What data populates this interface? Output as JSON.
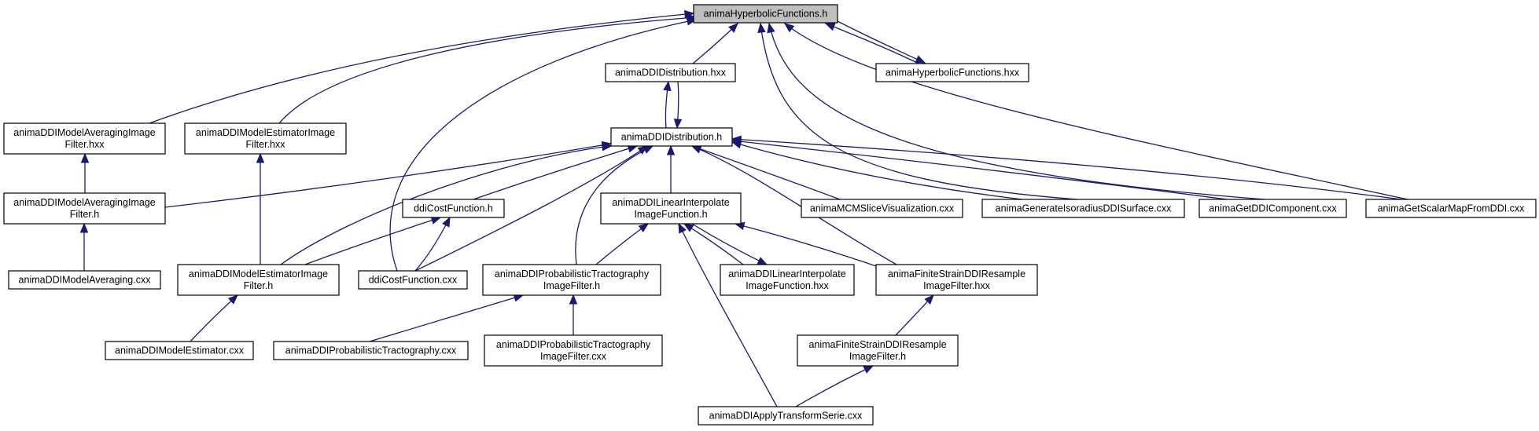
{
  "diagram": {
    "colors": {
      "edge": "#191970",
      "node_border": "#000000",
      "node_fill": "#ffffff",
      "root_fill": "#bfbfbf"
    },
    "nodes": [
      {
        "id": "hf_h",
        "lines": [
          "animaHyperbolicFunctions.h"
        ],
        "root": true
      },
      {
        "id": "ddid_hxx",
        "lines": [
          "animaDDIDistribution.hxx"
        ]
      },
      {
        "id": "hf_hxx",
        "lines": [
          "animaHyperbolicFunctions.hxx"
        ]
      },
      {
        "id": "mavg_hxx",
        "lines": [
          "animaDDIModelAveragingImage",
          "Filter.hxx"
        ]
      },
      {
        "id": "mest_hxx",
        "lines": [
          "animaDDIModelEstimatorImage",
          "Filter.hxx"
        ]
      },
      {
        "id": "ddid_h",
        "lines": [
          "animaDDIDistribution.h"
        ]
      },
      {
        "id": "mavg_h",
        "lines": [
          "animaDDIModelAveragingImage",
          "Filter.h"
        ]
      },
      {
        "id": "ddicf_h",
        "lines": [
          "ddiCostFunction.h"
        ]
      },
      {
        "id": "lin_h",
        "lines": [
          "animaDDILinearInterpolate",
          "ImageFunction.h"
        ]
      },
      {
        "id": "mcms",
        "lines": [
          "animaMCMSliceVisualization.cxx"
        ]
      },
      {
        "id": "geniso",
        "lines": [
          "animaGenerateIsoradiusDDISurface.cxx"
        ]
      },
      {
        "id": "getcomp",
        "lines": [
          "animaGetDDIComponent.cxx"
        ]
      },
      {
        "id": "getscal",
        "lines": [
          "animaGetScalarMapFromDDI.cxx"
        ]
      },
      {
        "id": "mavg_cxx",
        "lines": [
          "animaDDIModelAveraging.cxx"
        ]
      },
      {
        "id": "mest_h",
        "lines": [
          "animaDDIModelEstimatorImage",
          "Filter.h"
        ]
      },
      {
        "id": "ddicf_cxx",
        "lines": [
          "ddiCostFunction.cxx"
        ]
      },
      {
        "id": "prob_h",
        "lines": [
          "animaDDIProbabilisticTractography",
          "ImageFilter.h"
        ]
      },
      {
        "id": "lin_hxx",
        "lines": [
          "animaDDILinearInterpolate",
          "ImageFunction.hxx"
        ]
      },
      {
        "id": "fs_hxx",
        "lines": [
          "animaFiniteStrainDDIResample",
          "ImageFilter.hxx"
        ]
      },
      {
        "id": "mest_cxx",
        "lines": [
          "animaDDIModelEstimator.cxx"
        ]
      },
      {
        "id": "prob_cxx",
        "lines": [
          "animaDDIProbabilisticTractography.cxx"
        ]
      },
      {
        "id": "probf_cxx",
        "lines": [
          "animaDDIProbabilisticTractography",
          "ImageFilter.cxx"
        ]
      },
      {
        "id": "fs_h",
        "lines": [
          "animaFiniteStrainDDIResample",
          "ImageFilter.h"
        ]
      },
      {
        "id": "apply_cxx",
        "lines": [
          "animaDDIApplyTransformSerie.cxx"
        ]
      }
    ],
    "edges": [
      {
        "from": "hf_h",
        "to": "ddid_hxx"
      },
      {
        "from": "hf_h",
        "to": "hf_hxx"
      },
      {
        "from": "hf_hxx",
        "to": "hf_h"
      },
      {
        "from": "hf_h",
        "to": "mavg_hxx"
      },
      {
        "from": "hf_h",
        "to": "mest_hxx"
      },
      {
        "from": "hf_h",
        "to": "ddicf_cxx"
      },
      {
        "from": "hf_h",
        "to": "geniso"
      },
      {
        "from": "hf_h",
        "to": "getcomp"
      },
      {
        "from": "hf_h",
        "to": "getscal"
      },
      {
        "from": "ddid_hxx",
        "to": "ddid_h"
      },
      {
        "from": "ddid_h",
        "to": "ddid_hxx"
      },
      {
        "from": "mavg_hxx",
        "to": "mavg_h"
      },
      {
        "from": "mest_hxx",
        "to": "mest_h"
      },
      {
        "from": "ddid_h",
        "to": "mavg_h"
      },
      {
        "from": "ddid_h",
        "to": "ddicf_h"
      },
      {
        "from": "ddid_h",
        "to": "lin_h"
      },
      {
        "from": "ddid_h",
        "to": "mcms"
      },
      {
        "from": "ddid_h",
        "to": "geniso"
      },
      {
        "from": "ddid_h",
        "to": "getcomp"
      },
      {
        "from": "ddid_h",
        "to": "getscal"
      },
      {
        "from": "ddid_h",
        "to": "mest_h"
      },
      {
        "from": "ddid_h",
        "to": "ddicf_cxx"
      },
      {
        "from": "ddid_h",
        "to": "prob_h"
      },
      {
        "from": "ddid_h",
        "to": "fs_hxx"
      },
      {
        "from": "mavg_h",
        "to": "mavg_cxx"
      },
      {
        "from": "ddicf_h",
        "to": "mest_h"
      },
      {
        "from": "ddicf_h",
        "to": "ddicf_cxx"
      },
      {
        "from": "lin_h",
        "to": "prob_h"
      },
      {
        "from": "lin_h",
        "to": "lin_hxx"
      },
      {
        "from": "lin_hxx",
        "to": "lin_h"
      },
      {
        "from": "lin_h",
        "to": "fs_hxx"
      },
      {
        "from": "lin_h",
        "to": "apply_cxx"
      },
      {
        "from": "mest_h",
        "to": "mest_cxx"
      },
      {
        "from": "prob_h",
        "to": "prob_cxx"
      },
      {
        "from": "prob_h",
        "to": "probf_cxx"
      },
      {
        "from": "fs_hxx",
        "to": "fs_h"
      },
      {
        "from": "fs_h",
        "to": "apply_cxx"
      }
    ]
  }
}
